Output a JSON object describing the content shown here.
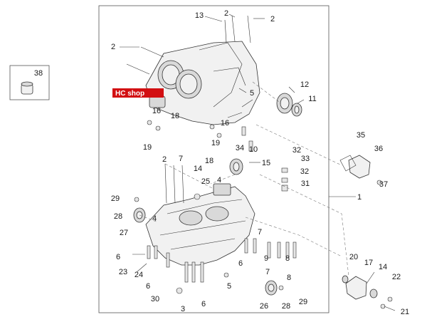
{
  "watermark": {
    "text": "HC shop"
  },
  "callouts": [
    "1",
    "2",
    "3",
    "4",
    "5",
    "6",
    "7",
    "8",
    "9",
    "10",
    "11",
    "12",
    "13",
    "14",
    "15",
    "16",
    "17",
    "18",
    "19",
    "20",
    "21",
    "22",
    "23",
    "24",
    "25",
    "26",
    "27",
    "28",
    "29",
    "30",
    "31",
    "32",
    "33",
    "34",
    "35",
    "36",
    "37",
    "38"
  ]
}
